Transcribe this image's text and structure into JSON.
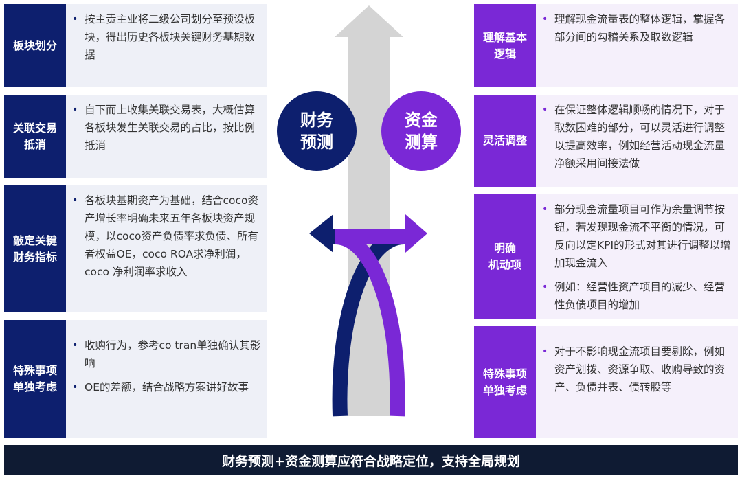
{
  "left": {
    "items": [
      {
        "label": "板块划分",
        "bullets": [
          "按主责主业将二级公司划分至预设板块，得出历史各板块关键财务基期数据"
        ]
      },
      {
        "label": "关联交易\n抵消",
        "bullets": [
          "自下而上收集关联交易表，大概估算各板块发生关联交易的占比，按比例抵消"
        ]
      },
      {
        "label": "敲定关键\n财务指标",
        "bullets": [
          "各板块基期资产为基础，结合coco资产增长率明确未来五年各板块资产规模，以coco资产负债率求负债、所有者权益OE，coco ROA求净利润，coco 净利润率求收入"
        ]
      },
      {
        "label": "特殊事项\n单独考虑",
        "bullets": [
          "收购行为，参考co tran单独确认其影响",
          "OE的差额，结合战略方案讲好故事"
        ]
      }
    ]
  },
  "center": {
    "left_circle": "财务\n预测",
    "right_circle": "资金\n测算",
    "colors": {
      "navy": "#0d1f6e",
      "purple": "#7a28d6",
      "grey_arrow": "#d4d4d4"
    }
  },
  "right": {
    "items": [
      {
        "label": "理解基本\n逻辑",
        "bullets": [
          "理解现金流量表的整体逻辑，掌握各部分间的勾稽关系及取数逻辑"
        ]
      },
      {
        "label": "灵活调整",
        "bullets": [
          "在保证整体逻辑顺畅的情况下，对于取数困难的部分，可以灵活进行调整以提高效率，例如经营活动现金流量净额采用间接法做"
        ]
      },
      {
        "label": "明确\n机动项",
        "bullets": [
          "部分现金流量项目可作为余量调节按钮，若发现现金流不平衡的情况，可反向以定KPI的形式对其进行调整以增加现金流入",
          "例如：经营性资产项目的减少、经营性负债项目的增加"
        ]
      },
      {
        "label": "特殊事项\n单独考虑",
        "bullets": [
          "对于不影响现金流项目要剔除，例如资产划拨、资源争取、收购导致的资产、负债并表、债转股等"
        ]
      }
    ]
  },
  "footer": {
    "text": "财务预测+资金测算应符合战略定位，支持全局规划"
  },
  "bullet_symbol": "•"
}
